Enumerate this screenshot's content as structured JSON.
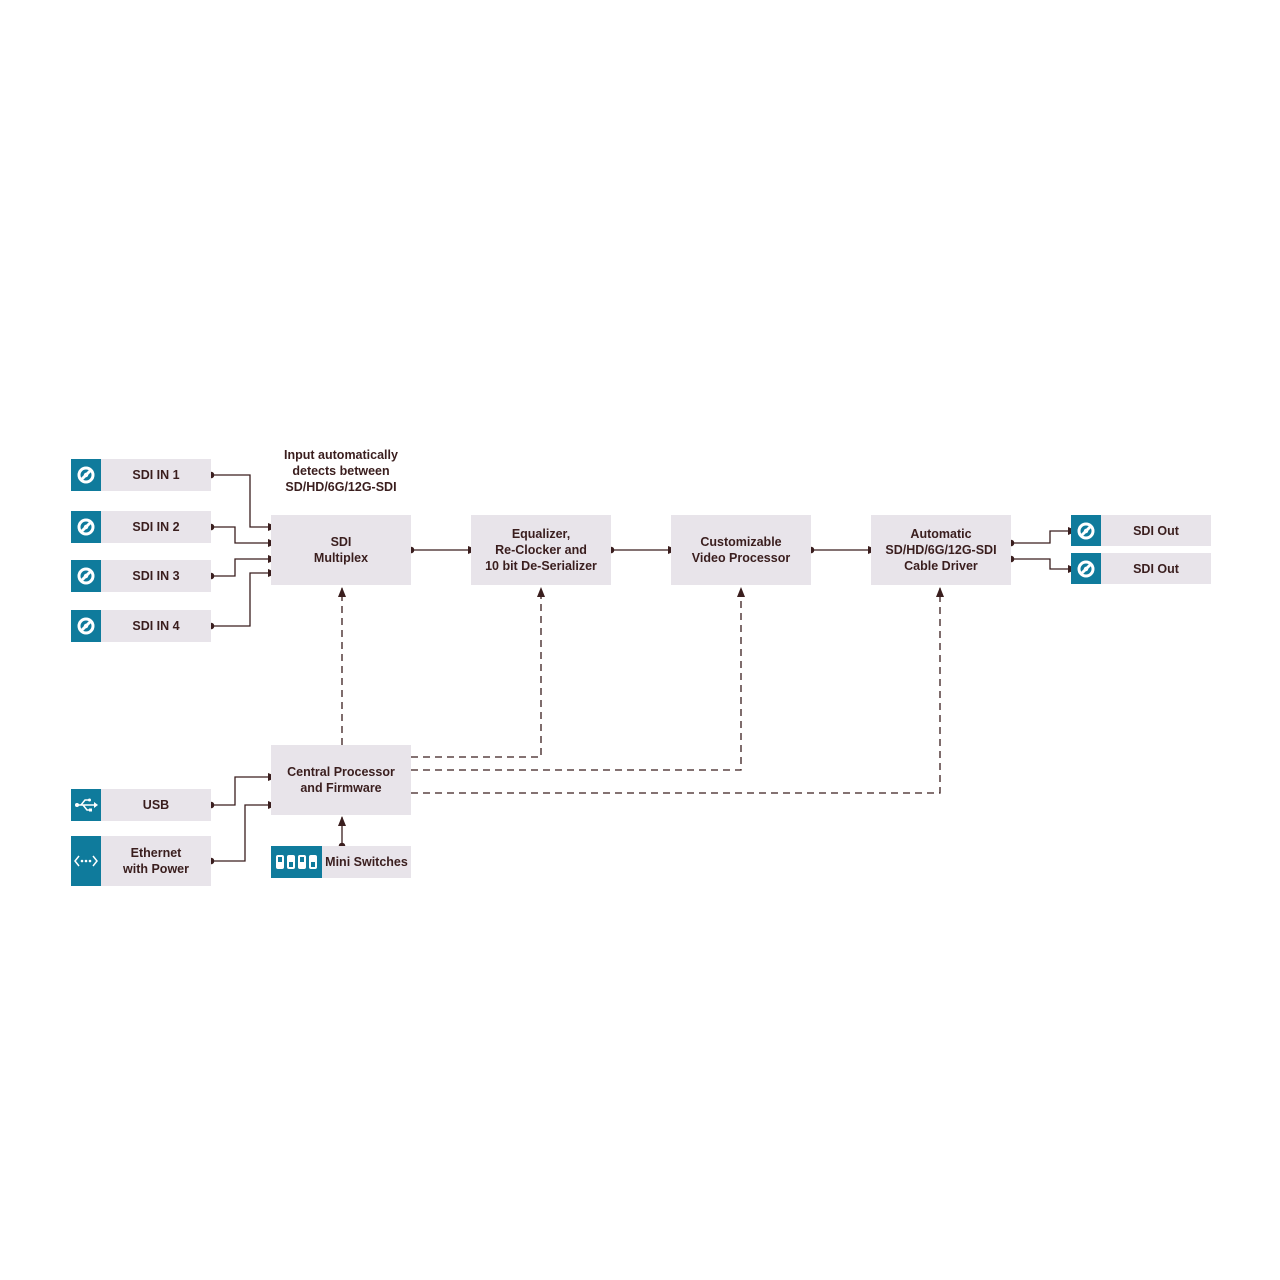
{
  "diagram": {
    "note": "Input automatically\ndetects between\nSD/HD/6G/12G-SDI",
    "inputs": [
      {
        "label": "SDI IN 1",
        "icon": "sdi-connector-icon"
      },
      {
        "label": "SDI IN 2",
        "icon": "sdi-connector-icon"
      },
      {
        "label": "SDI IN 3",
        "icon": "sdi-connector-icon"
      },
      {
        "label": "SDI IN 4",
        "icon": "sdi-connector-icon"
      }
    ],
    "outputs": [
      {
        "label": "SDI Out",
        "icon": "sdi-connector-icon"
      },
      {
        "label": "SDI Out",
        "icon": "sdi-connector-icon"
      }
    ],
    "blocks": {
      "multiplex": "SDI\nMultiplex",
      "equalizer": "Equalizer,\nRe-Clocker and\n10 bit De-Serializer",
      "video_processor": "Customizable\nVideo Processor",
      "cable_driver": "Automatic\nSD/HD/6G/12G-SDI\nCable Driver",
      "cpu": "Central Processor\nand Firmware"
    },
    "control_ports": {
      "usb": {
        "label": "USB",
        "icon": "usb-icon"
      },
      "ethernet": {
        "label": "Ethernet\nwith Power",
        "icon": "ethernet-icon"
      },
      "switches": {
        "label": "Mini Switches",
        "icon": "mini-switches-icon"
      }
    },
    "colors": {
      "line": "#3a1e1e",
      "box": "#e8e4ea",
      "accent": "#0f7b9c",
      "text": "#3a1e1e"
    }
  }
}
